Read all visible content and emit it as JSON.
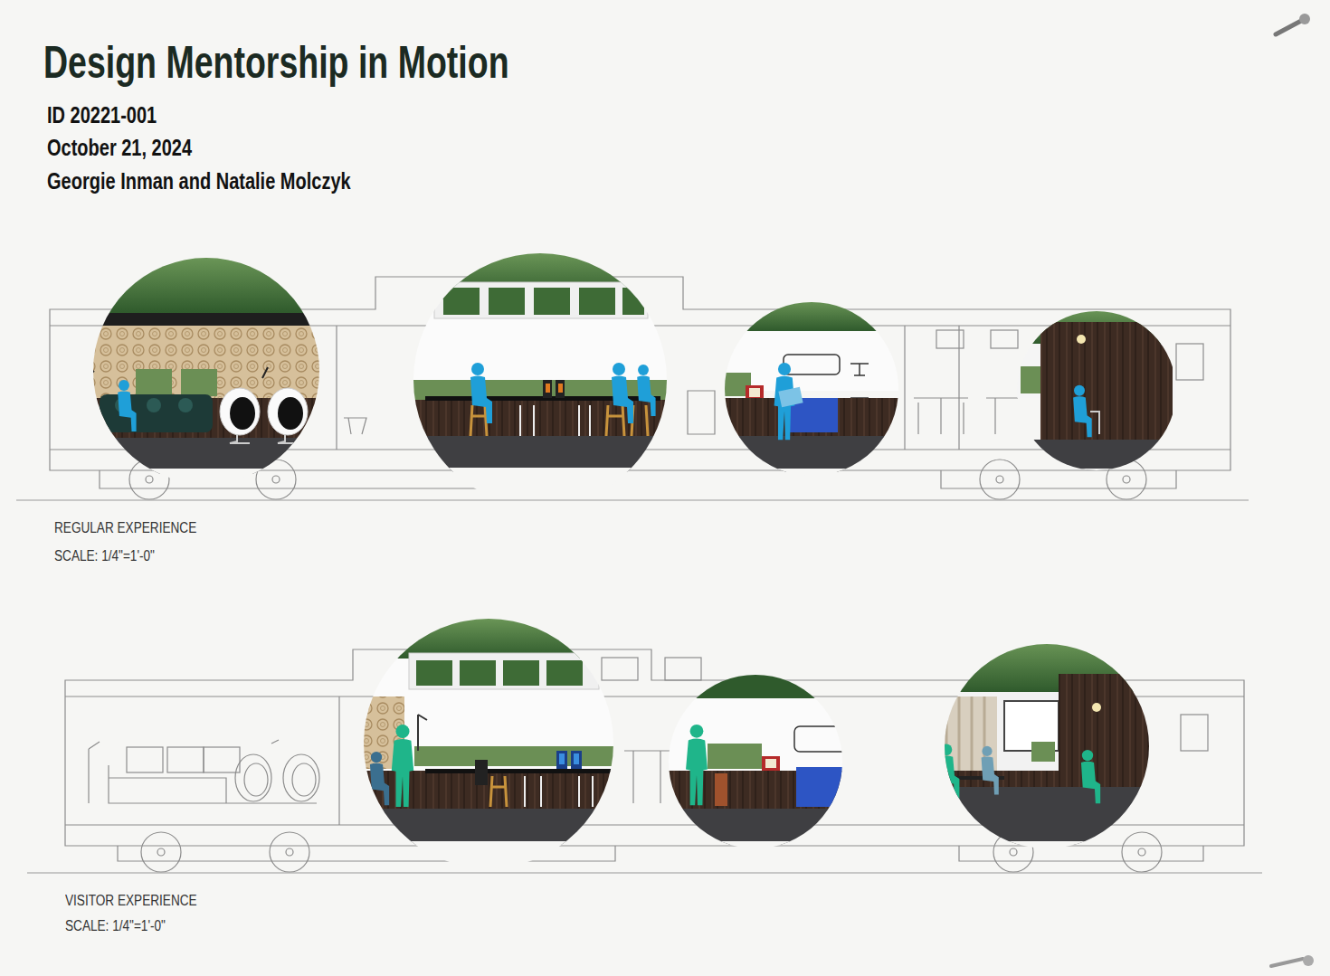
{
  "diagram": {
    "title": "Design Mentorship in Motion",
    "labels": [
      "ID 20221-001",
      "October 21, 2024",
      "Georgie Inman and Natalie Molczyk",
      "REGULAR EXPERIENCE",
      "SCALE: 1/4\"=1'-0\"",
      "VISITOR EXPERIENCE",
      "SCALE: 1/4\"=1'-0\""
    ]
  }
}
